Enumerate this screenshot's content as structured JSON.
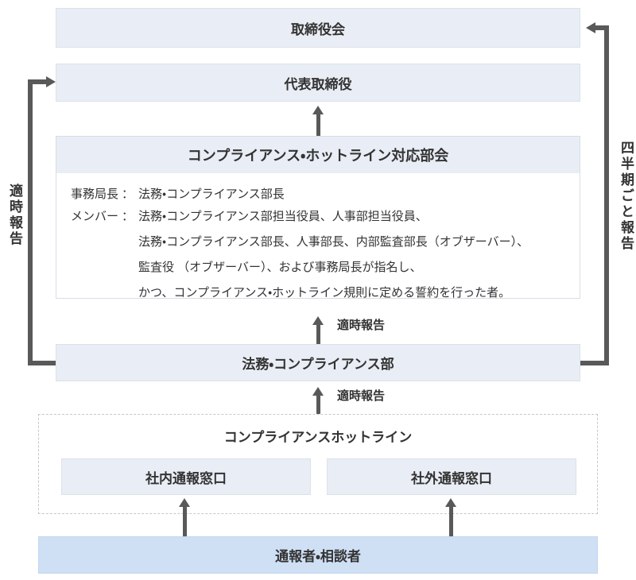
{
  "boxes": {
    "board": {
      "label": "取締役会"
    },
    "representative": {
      "label": "代表取締役"
    },
    "taskforce": {
      "title": "コンプライアンス・ホットライン対応部会",
      "secretariat_label": "事務局長",
      "secretariat_colon": "：",
      "secretariat_value": "法務・コンプライアンス部長",
      "members_label": "メンバー",
      "members_colon": "：",
      "members_lines": [
        "法務・コンプライアンス部担当役員、人事部担当役員、",
        "法務・コンプライアンス部長、人事部長、内部監査部長（オブザーバー）、",
        "監査役 （オブザーバー）、および事務局長が指名し、",
        "かつ、コンプライアンス・ホットライン規則に定める誓約を行った者。"
      ]
    },
    "legal_dept": {
      "label": "法務・コンプライアンス部"
    },
    "hotline_group": {
      "title": "コンプライアンスホットライン",
      "internal_desk": "社内通報窓口",
      "external_desk": "社外通報窓口"
    },
    "reporter": {
      "label": "通報者・相談者"
    }
  },
  "flow_labels": {
    "timely_report_upper": "適時報告",
    "timely_report_lower": "適時報告",
    "timely_report_side_left": "適時報告",
    "quarterly_report_side_right": "四半期ごと報告"
  },
  "colors": {
    "box_fill": "#e9edf5",
    "box_border": "#dde1ea",
    "panel_body_fill": "#ffffff",
    "reporter_fill": "#cfdff4",
    "reporter_border": "#c3d6ef",
    "line": "#595959",
    "text": "#333333",
    "dashed_border": "#c4c9d0"
  }
}
